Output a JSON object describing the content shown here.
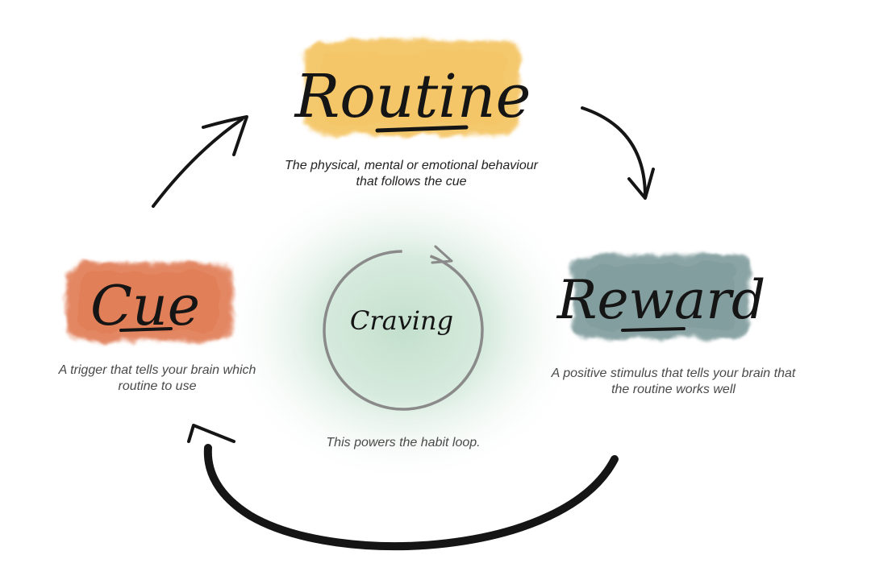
{
  "diagram": {
    "nodes": {
      "routine": {
        "label": "Routine",
        "desc_line1": "The physical, mental or emotional behaviour",
        "desc_line2": "that follows the cue",
        "color": "#f4c462"
      },
      "cue": {
        "label": "Cue",
        "desc_line1": "A trigger that tells your brain which",
        "desc_line2": "routine to use",
        "color": "#e07a52"
      },
      "reward": {
        "label": "Reward",
        "desc_line1": "A positive stimulus that tells your brain that",
        "desc_line2": "the routine works well",
        "color": "#7e9a9b"
      },
      "craving": {
        "label": "Craving",
        "desc": "This powers the habit loop.",
        "color": "#c7e2d2"
      }
    },
    "arrows": [
      "cue-to-routine",
      "routine-to-reward",
      "reward-to-cue"
    ]
  }
}
